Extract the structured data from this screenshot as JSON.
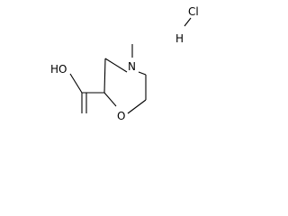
{
  "molecule": {
    "atoms": {
      "nitrogen": "N",
      "oxygen_ring": "O",
      "hydroxyl": "HO",
      "chlorine": "Cl",
      "hydrogen": "H"
    }
  }
}
